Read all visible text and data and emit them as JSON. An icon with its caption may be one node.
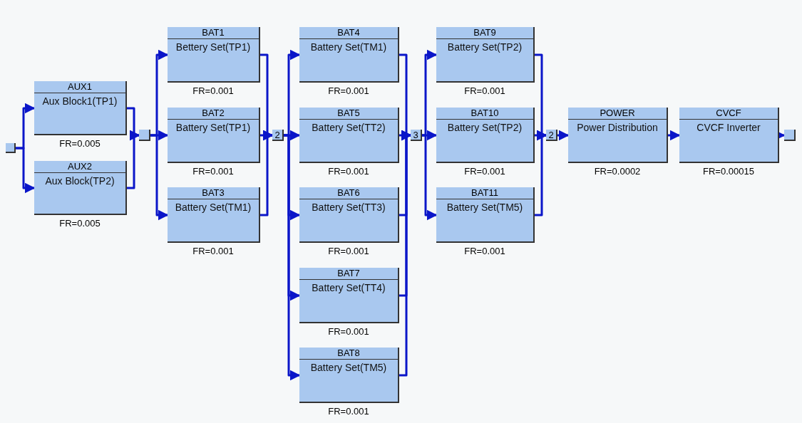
{
  "diagram": {
    "nodes": [
      {
        "text": [],
        "shape": "box"
      },
      {
        "text": [
          "AUX1",
          "Aux Block1(TP1)"
        ],
        "beside": [
          "FR=0.005"
        ]
      },
      {
        "text": [
          "AUX2",
          "Aux Block(TP2)"
        ],
        "beside": [
          "FR=0.005"
        ]
      },
      {
        "text": [],
        "shape": "box"
      },
      {
        "text": [
          "BAT1",
          "Bettery Set(TP1)"
        ],
        "beside": [
          "FR=0.001"
        ]
      },
      {
        "text": [
          "BAT2",
          "Battery Set(TP1)"
        ],
        "beside": [
          "FR=0.001"
        ]
      },
      {
        "text": [
          "BAT3",
          "Battery Set(TM1)"
        ],
        "beside": [
          "FR=0.001"
        ]
      },
      {
        "text": [
          "2"
        ]
      },
      {
        "text": [
          "BAT4",
          "Battery Set(TM1)"
        ],
        "beside": [
          "FR=0.001"
        ]
      },
      {
        "text": [
          "BAT5",
          "Battery Set(TT2)"
        ],
        "beside": [
          "FR=0.001"
        ]
      },
      {
        "text": [
          "BAT6",
          "Battery Set(TT3)"
        ],
        "beside": [
          "FR=0.001"
        ]
      },
      {
        "text": [
          "BAT7",
          "Battery Set(TT4)"
        ],
        "beside": [
          "FR=0.001"
        ]
      },
      {
        "text": [
          "BAT8",
          "Battery Set(TM5)"
        ],
        "beside": [
          "FR=0.001"
        ]
      },
      {
        "text": [
          "3"
        ]
      },
      {
        "text": [
          "BAT9",
          "Battery Set(TP2)"
        ],
        "beside": [
          "FR=0.001"
        ]
      },
      {
        "text": [
          "BAT10",
          "Battery Set(TP2)"
        ],
        "beside": [
          "FR=0.001"
        ]
      },
      {
        "text": [
          "BAT11",
          "Battery Set(TM5)"
        ],
        "beside": [
          "FR=0.001"
        ]
      },
      {
        "text": [
          "2"
        ]
      },
      {
        "text": [
          "POWER",
          "Power Distribution"
        ],
        "beside": [
          "FR=0.0002"
        ]
      },
      {
        "text": [
          "CVCF",
          "CVCF Inverter"
        ],
        "beside": [
          "FR=0.00015"
        ]
      },
      {
        "text": [],
        "shape": "box"
      }
    ],
    "edges": [
      {
        "from": 0,
        "to": 1,
        "arrow": "to"
      },
      {
        "from": 0,
        "to": 2,
        "arrow": "to"
      },
      {
        "from": 1,
        "to": 3,
        "arrow": "to"
      },
      {
        "from": 2,
        "to": 3,
        "arrow": "to"
      },
      {
        "from": 3,
        "to": 4,
        "arrow": "to"
      },
      {
        "from": 3,
        "to": 5,
        "arrow": "to"
      },
      {
        "from": 3,
        "to": 6,
        "arrow": "to"
      },
      {
        "from": 4,
        "to": 7,
        "arrow": "to"
      },
      {
        "from": 5,
        "to": 7,
        "arrow": "to"
      },
      {
        "from": 6,
        "to": 7,
        "arrow": "to"
      },
      {
        "from": 7,
        "to": 8,
        "arrow": "to"
      },
      {
        "from": 7,
        "to": 9,
        "arrow": "to"
      },
      {
        "from": 7,
        "to": 10,
        "arrow": "to"
      },
      {
        "from": 7,
        "to": 11,
        "arrow": "to"
      },
      {
        "from": 7,
        "to": 12,
        "arrow": "to"
      },
      {
        "from": 8,
        "to": 13,
        "arrow": "to"
      },
      {
        "from": 9,
        "to": 13,
        "arrow": "to"
      },
      {
        "from": 10,
        "to": 13,
        "arrow": "to"
      },
      {
        "from": 11,
        "to": 13,
        "arrow": "to"
      },
      {
        "from": 12,
        "to": 13,
        "arrow": "to"
      },
      {
        "from": 13,
        "to": 14,
        "arrow": "to"
      },
      {
        "from": 13,
        "to": 15,
        "arrow": "to"
      },
      {
        "from": 13,
        "to": 16,
        "arrow": "to"
      },
      {
        "from": 14,
        "to": 17,
        "arrow": "to"
      },
      {
        "from": 15,
        "to": 17,
        "arrow": "to"
      },
      {
        "from": 16,
        "to": 17,
        "arrow": "to"
      },
      {
        "from": 17,
        "to": 18,
        "arrow": "to"
      },
      {
        "from": 18,
        "to": 19,
        "arrow": "to"
      },
      {
        "from": 19,
        "to": 20,
        "arrow": "to"
      }
    ]
  }
}
